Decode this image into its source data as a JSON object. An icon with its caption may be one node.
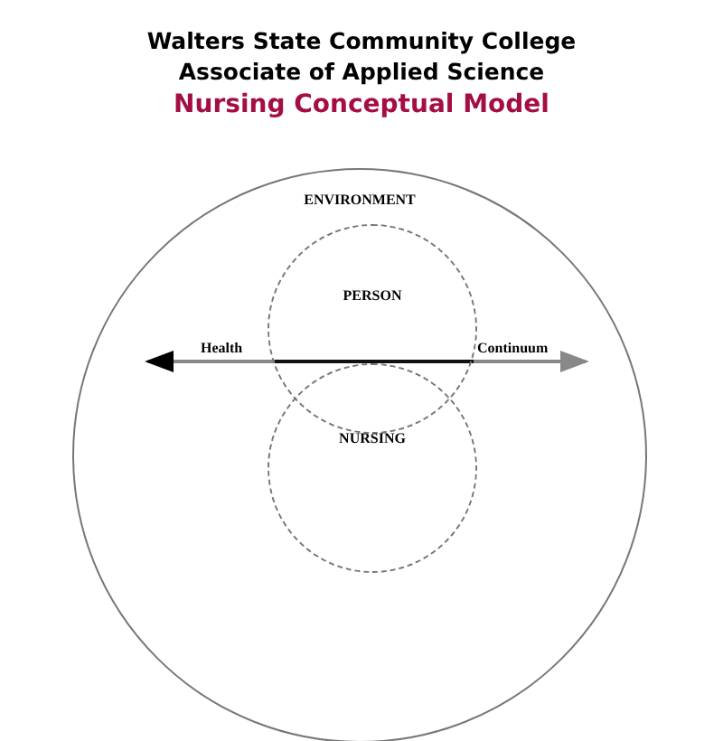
{
  "diagram": {
    "title": "Walters State Community College Associate of Applied Science",
    "caption": "Nursing Conceptual Model",
    "nodes": [
      {
        "text": [
          "ENVIRONMENT"
        ]
      },
      {
        "text": [
          "PERSON"
        ],
        "in": 0
      },
      {
        "text": [
          "NURSING"
        ],
        "in": 0
      }
    ],
    "edges": [],
    "labels": [
      "Health",
      "Continuum"
    ]
  }
}
